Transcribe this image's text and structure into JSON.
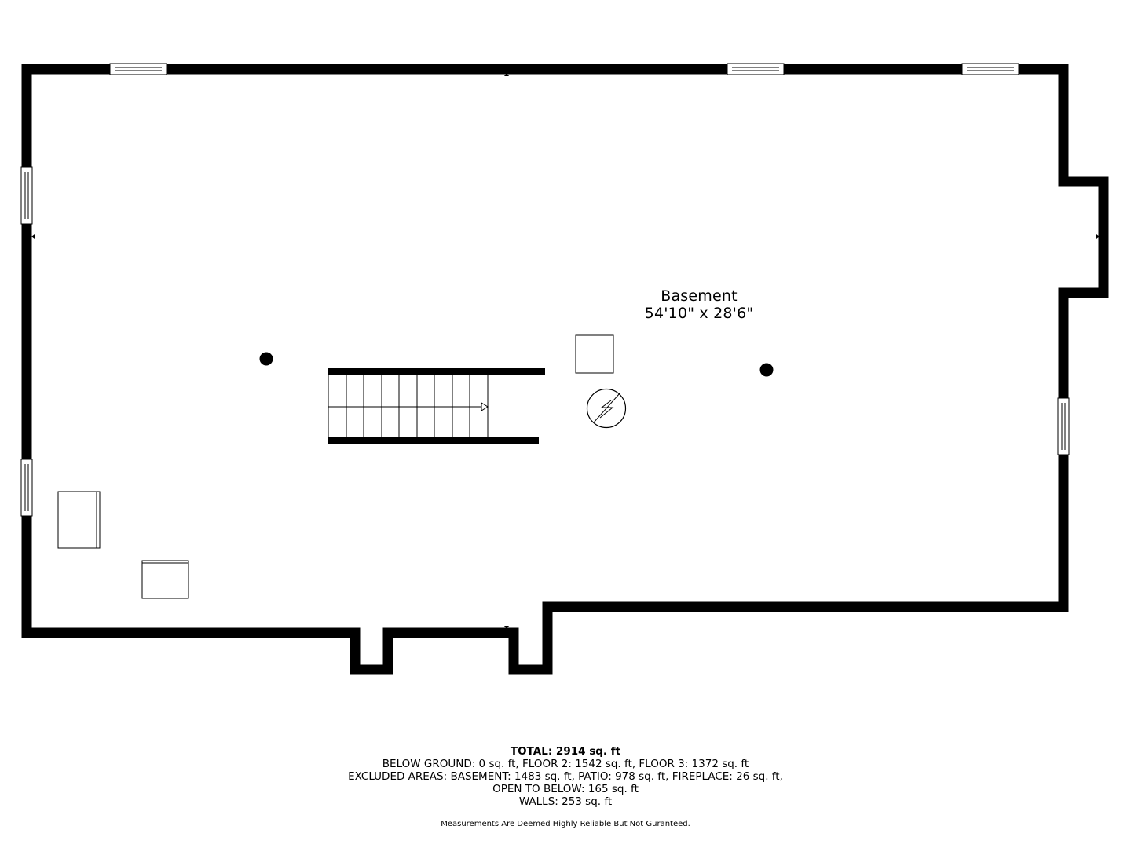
{
  "room": {
    "name": "Basement",
    "dimensions": "54'10\" x 28'6\""
  },
  "summary": {
    "total_label": "TOTAL:",
    "total_value": "2914 sq. ft",
    "line1": "BELOW GROUND: 0 sq. ft, FLOOR 2: 1542 sq. ft, FLOOR 3: 1372 sq. ft",
    "line2": "EXCLUDED AREAS: BASEMENT: 1483 sq. ft, PATIO: 978 sq. ft, FIREPLACE: 26 sq. ft,",
    "line3": "OPEN TO BELOW: 165 sq. ft",
    "line4": "WALLS: 253 sq. ft"
  },
  "disclaimer": "Measurements Are Deemed Highly Reliable But Not Guranteed.",
  "colors": {
    "wall": "#000000",
    "background": "#ffffff"
  }
}
